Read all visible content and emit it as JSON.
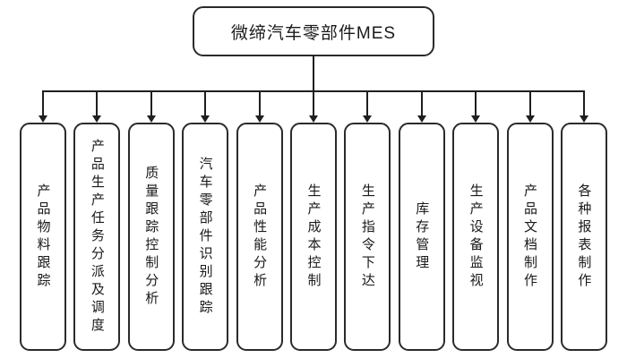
{
  "diagram": {
    "root_label": "微缔汽车零部件MES",
    "children": [
      {
        "label": "产品物料跟踪"
      },
      {
        "label": "产品生产任务分派及调度"
      },
      {
        "label": "质量跟踪控制分析"
      },
      {
        "label": "汽车零部件识别跟踪"
      },
      {
        "label": "产品性能分析"
      },
      {
        "label": "生产成本控制"
      },
      {
        "label": "生产指令下达"
      },
      {
        "label": "库存管理"
      },
      {
        "label": "生产设备监视"
      },
      {
        "label": "产品文档制作"
      },
      {
        "label": "各种报表制作"
      }
    ],
    "colors": {
      "line": "#1f1f1f",
      "box_border": "#2b2b2b",
      "background": "#ffffff",
      "text": "#1a1a1a"
    }
  }
}
